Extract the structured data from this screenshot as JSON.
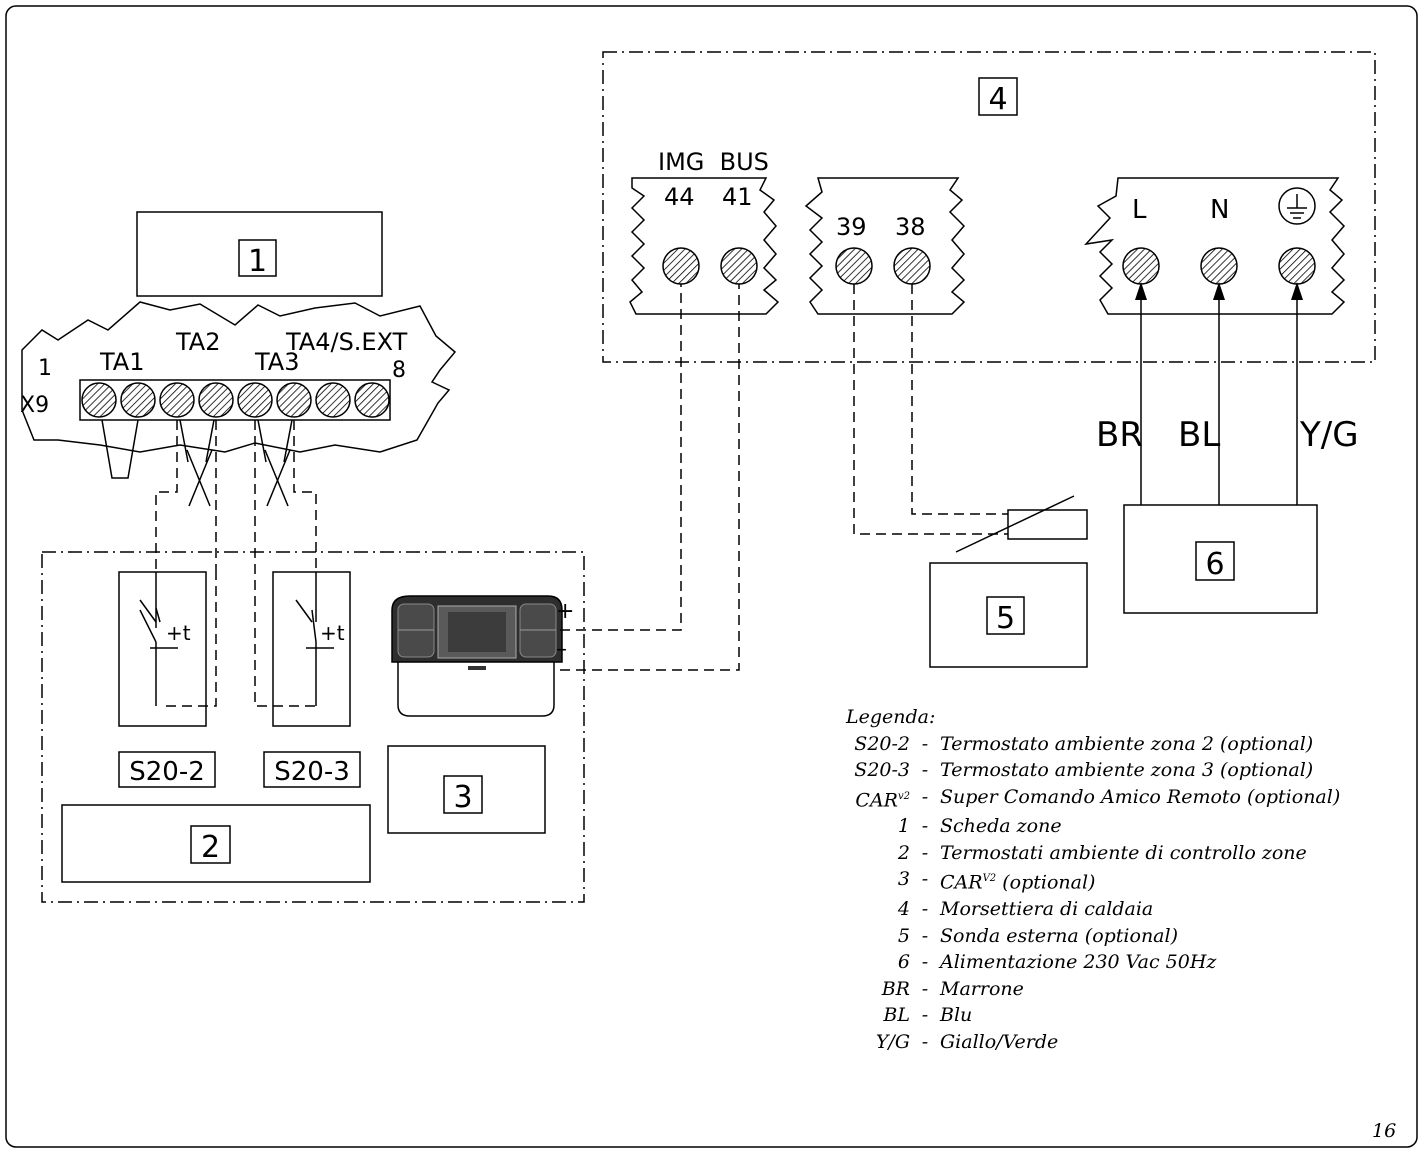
{
  "callouts": {
    "c1": "1",
    "c2": "2",
    "c3": "3",
    "c4": "4",
    "c5": "5",
    "c6": "6"
  },
  "zone_board": {
    "pin_first": "1",
    "pin_last": "8",
    "connector": "X9",
    "ta1": "TA1",
    "ta2": "TA2",
    "ta3": "TA3",
    "ta4": "TA4/S.EXT"
  },
  "thermostats": {
    "s20_2": "S20-2",
    "s20_3": "S20-3",
    "symbol": "+t"
  },
  "remote": {
    "plus": "+",
    "minus": "–"
  },
  "boiler_terminals": {
    "bus_title": "IMG  BUS",
    "t44": "44",
    "t41": "41",
    "t39": "39",
    "t38": "38",
    "l": "L",
    "n": "N"
  },
  "wires": {
    "br": "BR",
    "bl": "BL",
    "yg": "Y/G"
  },
  "legend": {
    "title": "Legenda:",
    "items": [
      {
        "code": "S20-2",
        "sup": "",
        "text": "Termostato ambiente zona 2 (optional)"
      },
      {
        "code": "S20-3",
        "sup": "",
        "text": "Termostato ambiente zona 3 (optional)"
      },
      {
        "code": "CAR",
        "sup": "v2",
        "text": "Super Comando Amico Remoto (optional)"
      },
      {
        "code": "1",
        "sup": "",
        "text": "Scheda zone"
      },
      {
        "code": "2",
        "sup": "",
        "text": "Termostati ambiente di controllo zone"
      },
      {
        "code": "3",
        "sup": "",
        "text": "CAR",
        "text_sup": "V2",
        "text_after": " (optional)"
      },
      {
        "code": "4",
        "sup": "",
        "text": "Morsettiera di caldaia"
      },
      {
        "code": "5",
        "sup": "",
        "text": "Sonda esterna (optional)"
      },
      {
        "code": "6",
        "sup": "",
        "text": "Alimentazione 230 Vac 50Hz"
      },
      {
        "code": "BR",
        "sup": "",
        "text": "Marrone"
      },
      {
        "code": "BL",
        "sup": "",
        "text": "Blu"
      },
      {
        "code": "Y/G",
        "sup": "",
        "text": "Giallo/Verde"
      }
    ]
  },
  "page_number": "16"
}
